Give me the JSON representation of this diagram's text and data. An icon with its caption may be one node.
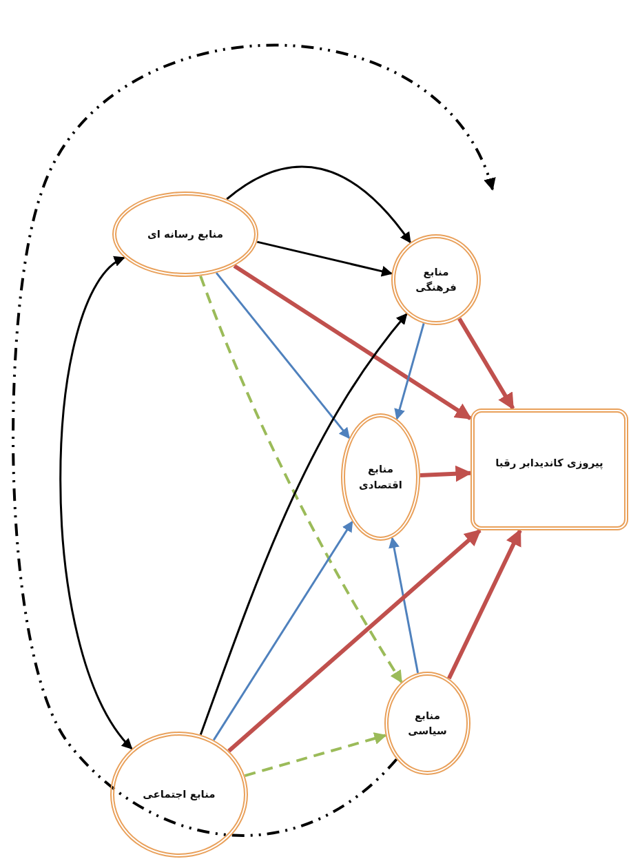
{
  "diagram": {
    "nodes": [
      {
        "text": [
          "منابع رسانه ای"
        ]
      },
      {
        "text": [
          "منابع فرهنگی"
        ]
      },
      {
        "text": [
          "منابع اقتصادی"
        ]
      },
      {
        "text": [
          "پیروزی کاندیدابر رقبا"
        ]
      },
      {
        "text": [
          "منابع سیاسی"
        ]
      },
      {
        "text": [
          "منابع اجتماعی"
        ]
      }
    ],
    "edges": [
      {
        "from": 0,
        "to": 1,
        "arrow": "to",
        "color": "#000000"
      },
      {
        "from": 0,
        "to": 1,
        "arrow": "to",
        "color": "#000000"
      },
      {
        "from": 0,
        "to": 3,
        "arrow": "to",
        "style": "thick",
        "color": "#c0504d"
      },
      {
        "from": 0,
        "to": 2,
        "arrow": "to",
        "color": "#4f81bd"
      },
      {
        "from": 0,
        "to": 4,
        "arrow": "to",
        "style": "dashed",
        "color": "#9bbb59"
      },
      {
        "from": 1,
        "to": 2,
        "arrow": "to",
        "color": "#4f81bd"
      },
      {
        "from": 1,
        "to": 3,
        "arrow": "to",
        "style": "thick",
        "color": "#c0504d"
      },
      {
        "from": 2,
        "to": 3,
        "arrow": "to",
        "style": "thick",
        "color": "#c0504d"
      },
      {
        "from": 4,
        "to": 2,
        "arrow": "to",
        "color": "#4f81bd"
      },
      {
        "from": 4,
        "to": 3,
        "arrow": "to",
        "style": "thick",
        "color": "#c0504d"
      },
      {
        "from": 5,
        "to": 1,
        "arrow": "to",
        "color": "#000000"
      },
      {
        "from": 5,
        "to": 2,
        "arrow": "to",
        "color": "#4f81bd"
      },
      {
        "from": 5,
        "to": 3,
        "arrow": "to",
        "style": "thick",
        "color": "#c0504d"
      },
      {
        "from": 5,
        "to": 4,
        "arrow": "to",
        "style": "dashed",
        "color": "#9bbb59"
      },
      {
        "from": 5,
        "to": 0,
        "arrow": "both",
        "color": "#000000"
      },
      {
        "from": 4,
        "to": null,
        "arrow": "to",
        "style": "dashed",
        "color": "#000000"
      }
    ]
  }
}
